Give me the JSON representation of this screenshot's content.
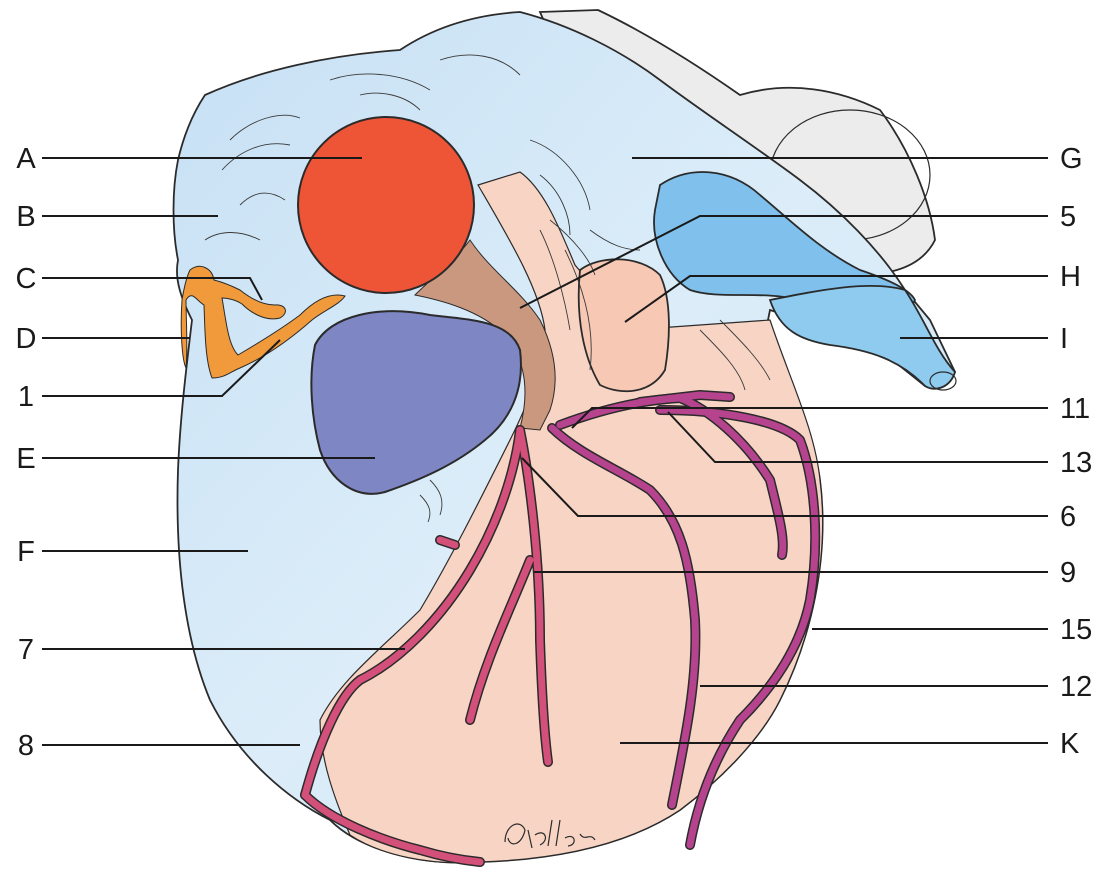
{
  "labels_left": [
    {
      "id": "A",
      "text": "A"
    },
    {
      "id": "B",
      "text": "B"
    },
    {
      "id": "C",
      "text": "C"
    },
    {
      "id": "D",
      "text": "D"
    },
    {
      "id": "1",
      "text": "1"
    },
    {
      "id": "E",
      "text": "E"
    },
    {
      "id": "F",
      "text": "F"
    },
    {
      "id": "7",
      "text": "7"
    },
    {
      "id": "8",
      "text": "8"
    }
  ],
  "labels_right": [
    {
      "id": "G",
      "text": "G"
    },
    {
      "id": "5",
      "text": "5"
    },
    {
      "id": "H",
      "text": "H"
    },
    {
      "id": "I",
      "text": "I"
    },
    {
      "id": "11",
      "text": "11"
    },
    {
      "id": "13",
      "text": "13"
    },
    {
      "id": "6",
      "text": "6"
    },
    {
      "id": "9",
      "text": "9"
    },
    {
      "id": "15",
      "text": "15"
    },
    {
      "id": "12",
      "text": "12"
    },
    {
      "id": "K",
      "text": "K"
    }
  ],
  "signature": "Stoller",
  "colors": {
    "right_side_blue": "#cfe6f7",
    "left_side_pink": "#f8d3c3",
    "aorta_red": "#ee5436",
    "pulmonary_trunk_violet": "#7e86c4",
    "pulmonary_vein_blue": "#7fc1ec",
    "coronary_vessel": "#c8407a",
    "nerve_orange": "#f09a3c",
    "brown_region": "#c99a85",
    "grey_region": "#ededed"
  }
}
